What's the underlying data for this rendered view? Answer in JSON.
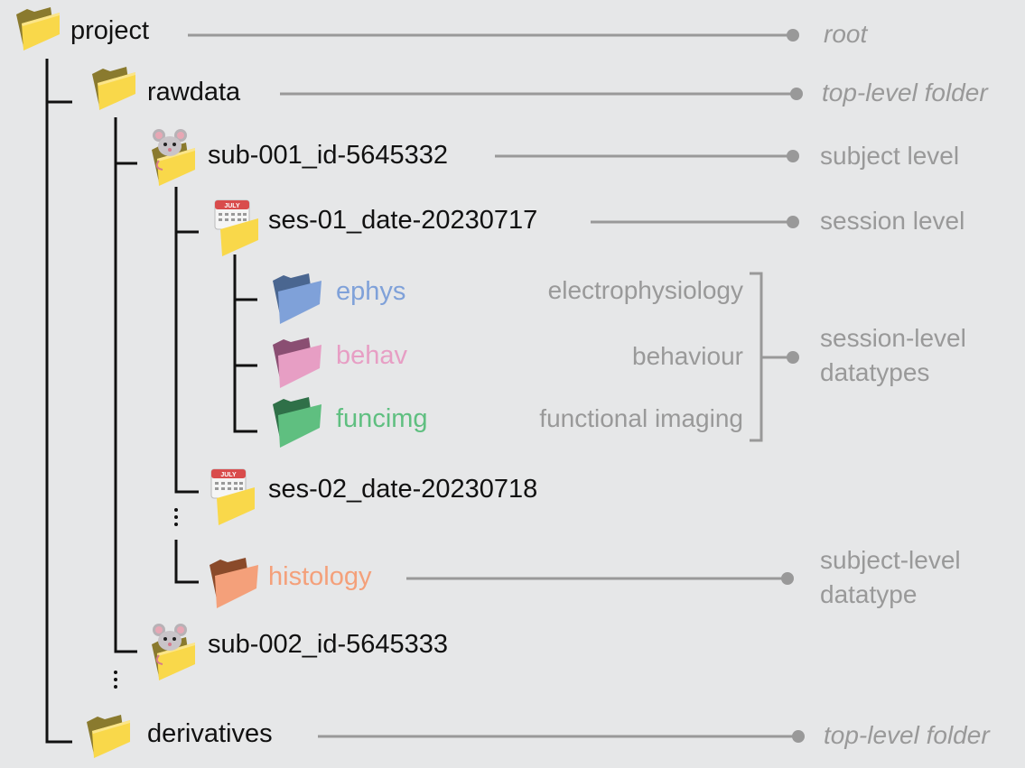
{
  "folders": {
    "project": "project",
    "rawdata": "rawdata",
    "sub1": "sub-001_id-5645332",
    "ses1": "ses-01_date-20230717",
    "ephys": "ephys",
    "behav": "behav",
    "funcimg": "funcimg",
    "ses2": "ses-02_date-20230718",
    "histology": "histology",
    "sub2": "sub-002_id-5645333",
    "derivatives": "derivatives"
  },
  "annotations": {
    "root": "root",
    "top_level_rawdata": "top-level folder",
    "subject_level": "subject level",
    "session_level": "session level",
    "electrophysiology": "electrophysiology",
    "behaviour": "behaviour",
    "functional_imaging": "functional imaging",
    "session_datatypes_line1": "session-level",
    "session_datatypes_line2": "datatypes",
    "subject_datatype_line1": "subject-level",
    "subject_datatype_line2": "datatype",
    "top_level_derivatives": "top-level folder"
  },
  "calendar_month": "JULY",
  "colors": {
    "background": "#e6e7e8",
    "tree_line": "#111111",
    "leader_line": "#999999",
    "annotation_text": "#999999",
    "folder_yellow_front": "#f9d84a",
    "folder_yellow_back": "#8a7a2e",
    "ephys": "#7fa1d9",
    "ephys_back": "#4a6690",
    "behav": "#e79ec4",
    "behav_back": "#8a4e72",
    "funcimg": "#5fbf80",
    "funcimg_back": "#2f7048",
    "histology": "#f4a07a",
    "histology_back": "#8a4a2a"
  },
  "icons": {
    "project": "folder-icon",
    "rawdata": "folder-icon",
    "sub1": "mouse-folder-icon",
    "ses1": "calendar-folder-icon",
    "ephys": "folder-icon",
    "behav": "folder-icon",
    "funcimg": "folder-icon",
    "ses2": "calendar-folder-icon",
    "histology": "folder-icon",
    "sub2": "mouse-folder-icon",
    "derivatives": "folder-icon"
  }
}
